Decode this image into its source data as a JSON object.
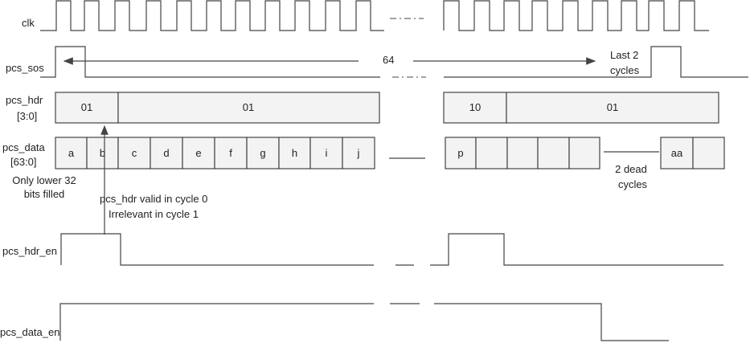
{
  "signals": {
    "clk": "clk",
    "pcs_sos": "pcs_sos",
    "pcs_hdr_l1": "pcs_hdr",
    "pcs_hdr_l2": "[3:0]",
    "pcs_data_l1": "pcs_data",
    "pcs_data_l2": "[63:0]",
    "pcs_hdr_en": "pcs_hdr_en",
    "pcs_data_en": "pcs_data_en"
  },
  "pcs_hdr_values": [
    "01",
    "01",
    "10",
    "01"
  ],
  "pcs_data_values": [
    "a",
    "b",
    "c",
    "d",
    "e",
    "f",
    "g",
    "h",
    "i",
    "j",
    "p",
    "",
    "",
    "",
    "",
    "aa",
    ""
  ],
  "annotations": {
    "count": "64",
    "last_cycles_l1": "Last 2",
    "last_cycles_l2": "cycles",
    "lower_bits_l1": "Only lower 32",
    "lower_bits_l2": "bits filled",
    "hdr_valid_l1": "pcs_hdr valid in cycle 0",
    "hdr_valid_l2": "Irrelevant in cycle 1",
    "dead_l1": "2 dead",
    "dead_l2": "cycles"
  }
}
